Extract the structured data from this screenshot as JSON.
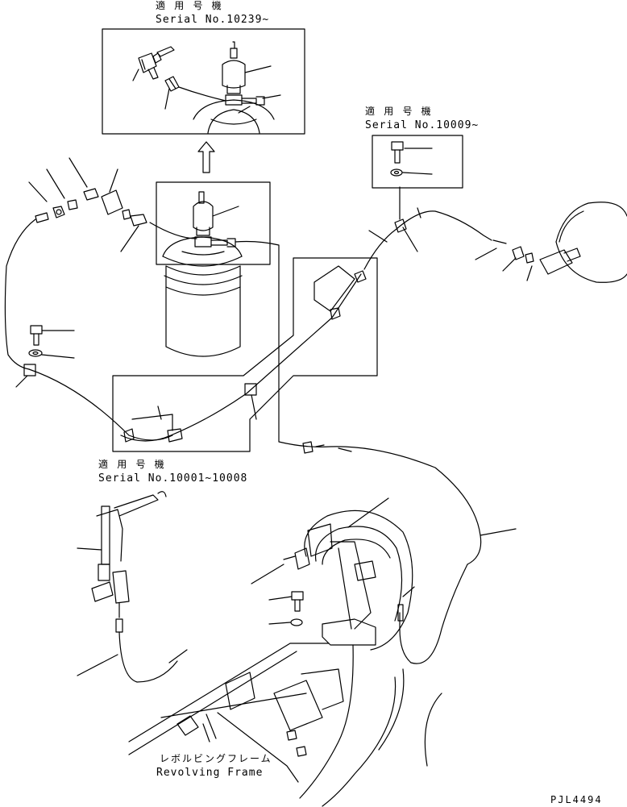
{
  "labels": {
    "top_applicability_jp": "適 用 号 機",
    "top_serial": "Serial No.10239~",
    "right_applicability_jp": "適 用 号 機",
    "right_serial": "Serial No.10009~",
    "mid_applicability_jp": "適 用 号 機",
    "mid_serial": "Serial No.10001~10008",
    "frame_jp": "レボルビングフレーム",
    "frame_en": "Revolving Frame",
    "drawing_code": "PJL4494"
  },
  "colors": {
    "line": "#000000",
    "background": "#ffffff"
  }
}
